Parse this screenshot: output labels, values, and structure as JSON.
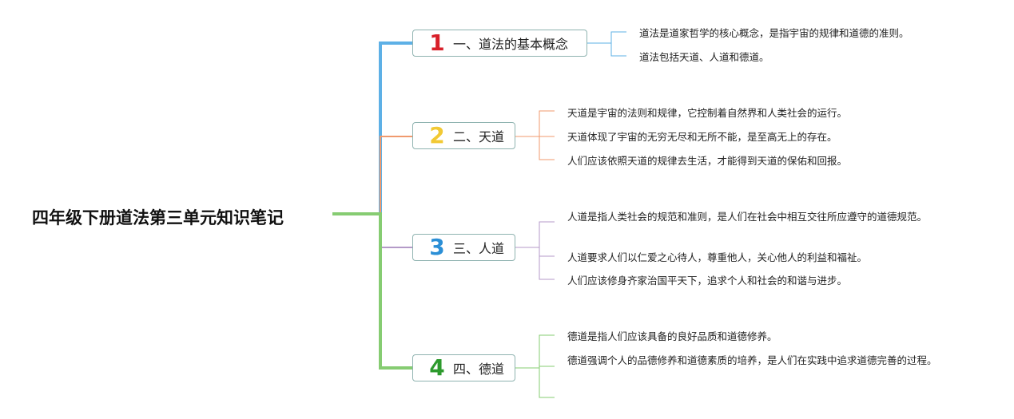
{
  "root": {
    "title": "四年级下册道法第三单元知识笔记",
    "color": "#86cc72"
  },
  "topics": [
    {
      "num": "1",
      "label": "一、道法的基本概念",
      "color": "#5db0e6",
      "num_color": "#d8202a",
      "notes": [
        "道法是道家哲学的核心概念，是指宇宙的规律和道德的准则。",
        "道法包括天道、人道和德道。"
      ]
    },
    {
      "num": "2",
      "label": "二、天道",
      "color": "#f09a6e",
      "num_color": "#f2c934",
      "notes": [
        "天道是宇宙的法则和规律，它控制着自然界和人类社会的运行。",
        "天道体现了宇宙的无穷无尽和无所不能，是至高无上的存在。",
        "人们应该依照天道的规律去生活，才能得到天道的保佑和回报。"
      ]
    },
    {
      "num": "3",
      "label": "三、人道",
      "color": "#b49ac8",
      "num_color": "#2b8fd6",
      "notes": [
        "人道是指人类社会的规范和准则，是人们在社会中相互交往所应遵守的道德规范。",
        "人道要求人们以仁爱之心待人，尊重他人，关心他人的利益和福祉。",
        "人们应该修身齐家治国平天下，追求个人和社会的和谐与进步。"
      ]
    },
    {
      "num": "4",
      "label": "四、德道",
      "color": "#86cc72",
      "num_color": "#2d9a2d",
      "notes": [
        "德道是指人们应该具备的良好品质和道德修养。",
        "德道强调个人的品德修养和道德素质的培养，是人们在实践中追求道德完善的过程。",
        ""
      ]
    }
  ]
}
